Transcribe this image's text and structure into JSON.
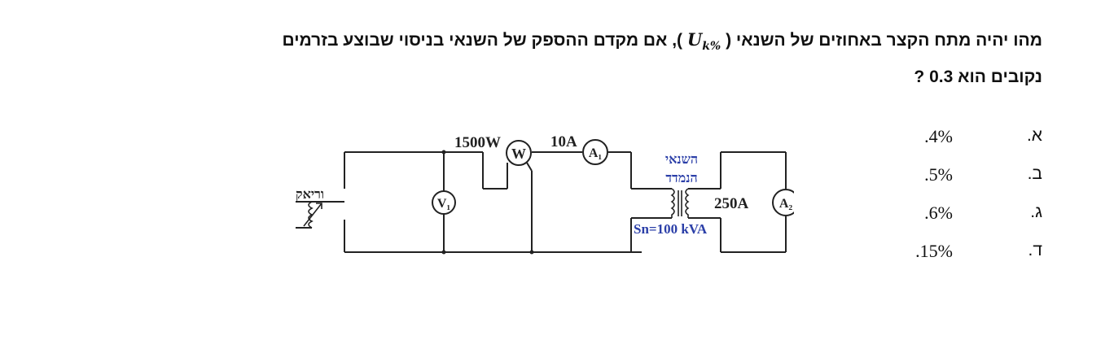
{
  "question": {
    "line1_part1": "מהו יהיה מתח הקצר באחוזים של השנאי (",
    "symbol_main": "U",
    "symbol_sub": "k%",
    "line1_part2": "), אם מקדם ההספק של השנאי בניסוי שבוצע בזרמים",
    "line2": "נקובים הוא 0.3 ?"
  },
  "answers": [
    {
      "letter": "א.",
      "value": ".4%"
    },
    {
      "letter": "ב.",
      "value": ".5%"
    },
    {
      "letter": "ג.",
      "value": ".6%"
    },
    {
      "letter": "ד.",
      "value": ".15%"
    }
  ],
  "circuit": {
    "variac_label": "וריאק",
    "wattmeter_reading": "1500W",
    "wattmeter_symbol": "W",
    "ammeter1_reading": "10A",
    "ammeter1_symbol": "A₁",
    "voltmeter_symbol": "V₁",
    "transformer_label_line1": "השנאי",
    "transformer_label_line2": "הנמדד",
    "transformer_rating": "Sn=100 kVA",
    "ammeter2_reading": "250A",
    "ammeter2_symbol": "A₂",
    "label_color": "#2b3fa8"
  }
}
